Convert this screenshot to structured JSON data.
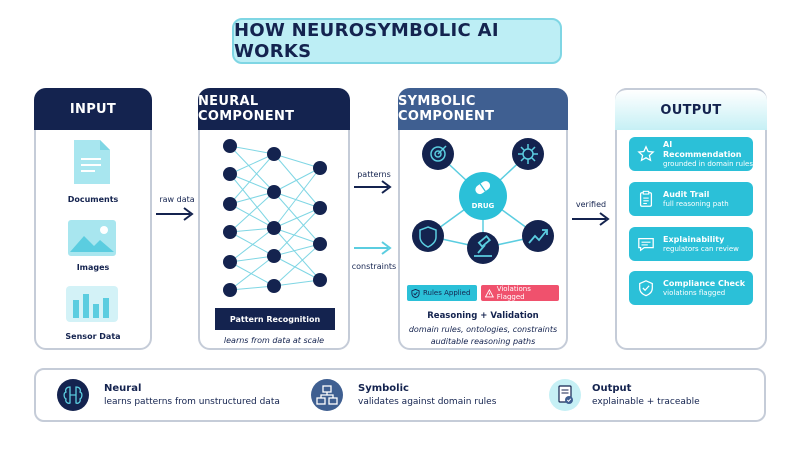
{
  "title": "HOW NEUROSYMBOLIC AI WORKS",
  "input": {
    "header": "INPUT",
    "items": [
      {
        "label": "Documents",
        "icon": "document-icon"
      },
      {
        "label": "Images",
        "icon": "image-icon"
      },
      {
        "label": "Sensor Data",
        "icon": "bar-chart-icon"
      }
    ]
  },
  "arrows": {
    "raw_data": "raw data",
    "patterns": "patterns",
    "constraints": "constraints",
    "verified": "verified"
  },
  "neural": {
    "header": "NEURAL COMPONENT",
    "box_label": "Pattern Recognition",
    "caption": "learns from data at scale"
  },
  "symbolic": {
    "header": "SYMBOLIC COMPONENT",
    "center_label": "DRUG",
    "badges": [
      {
        "label": "Rules Applied",
        "color": "#2bc0d8"
      },
      {
        "label": "Violations Flagged",
        "color": "#f0516d"
      }
    ],
    "title": "Reasoning + Validation",
    "line1": "domain rules, ontologies, constraints",
    "line2": "auditable reasoning paths"
  },
  "output": {
    "header": "OUTPUT",
    "cards": [
      {
        "title": "AI Recommendation",
        "sub": "grounded in domain rules",
        "icon": "star-icon"
      },
      {
        "title": "Audit Trail",
        "sub": "full reasoning path",
        "icon": "clipboard-icon"
      },
      {
        "title": "Explainability",
        "sub": "regulators can review",
        "icon": "chat-icon"
      },
      {
        "title": "Compliance Check",
        "sub": "violations flagged",
        "icon": "shield-check-icon"
      }
    ]
  },
  "legend": [
    {
      "title": "Neural",
      "desc": "learns patterns from unstructured data",
      "icon": "brain-circuit-icon"
    },
    {
      "title": "Symbolic",
      "desc": "validates against domain rules",
      "icon": "hierarchy-icon"
    },
    {
      "title": "Output",
      "desc": "explainable + traceable",
      "icon": "report-icon"
    }
  ],
  "colors": {
    "navy": "#14234f",
    "steel": "#3f5f91",
    "cyan": "#2bc0d8",
    "light_cyan": "#bdeef5",
    "red": "#f0516d"
  }
}
